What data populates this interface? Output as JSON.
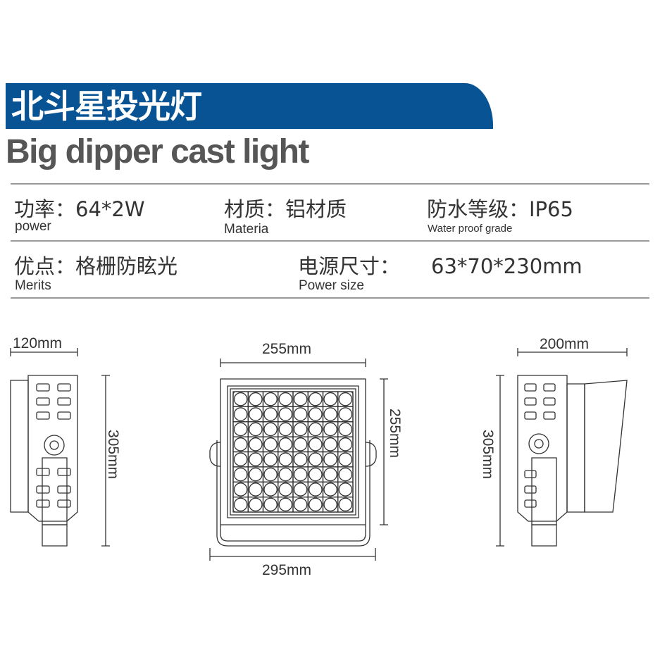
{
  "header": {
    "title_cn": "北斗星投光灯",
    "title_en": "Big dipper cast light",
    "banner_color": "#075394"
  },
  "specs": {
    "power": {
      "label": "功率：64*2W",
      "sub": "power"
    },
    "material": {
      "label": "材质：铝材质",
      "sub": "Materia"
    },
    "waterproof": {
      "label": "防水等级：IP65",
      "sub": "Water proof grade"
    },
    "merits": {
      "label": "优点：格栅防眩光",
      "sub": "Merits"
    },
    "power_size": {
      "label": "电源尺寸：",
      "value": "63*70*230mm",
      "sub": "Power size"
    }
  },
  "dimensions": {
    "side_width": "120mm",
    "side_height": "305mm",
    "front_inner_width": "255mm",
    "front_inner_height": "255mm",
    "front_total_width": "295mm",
    "rear_width": "200mm",
    "rear_height": "305mm"
  },
  "led_grid": {
    "rows": 8,
    "cols": 8
  }
}
